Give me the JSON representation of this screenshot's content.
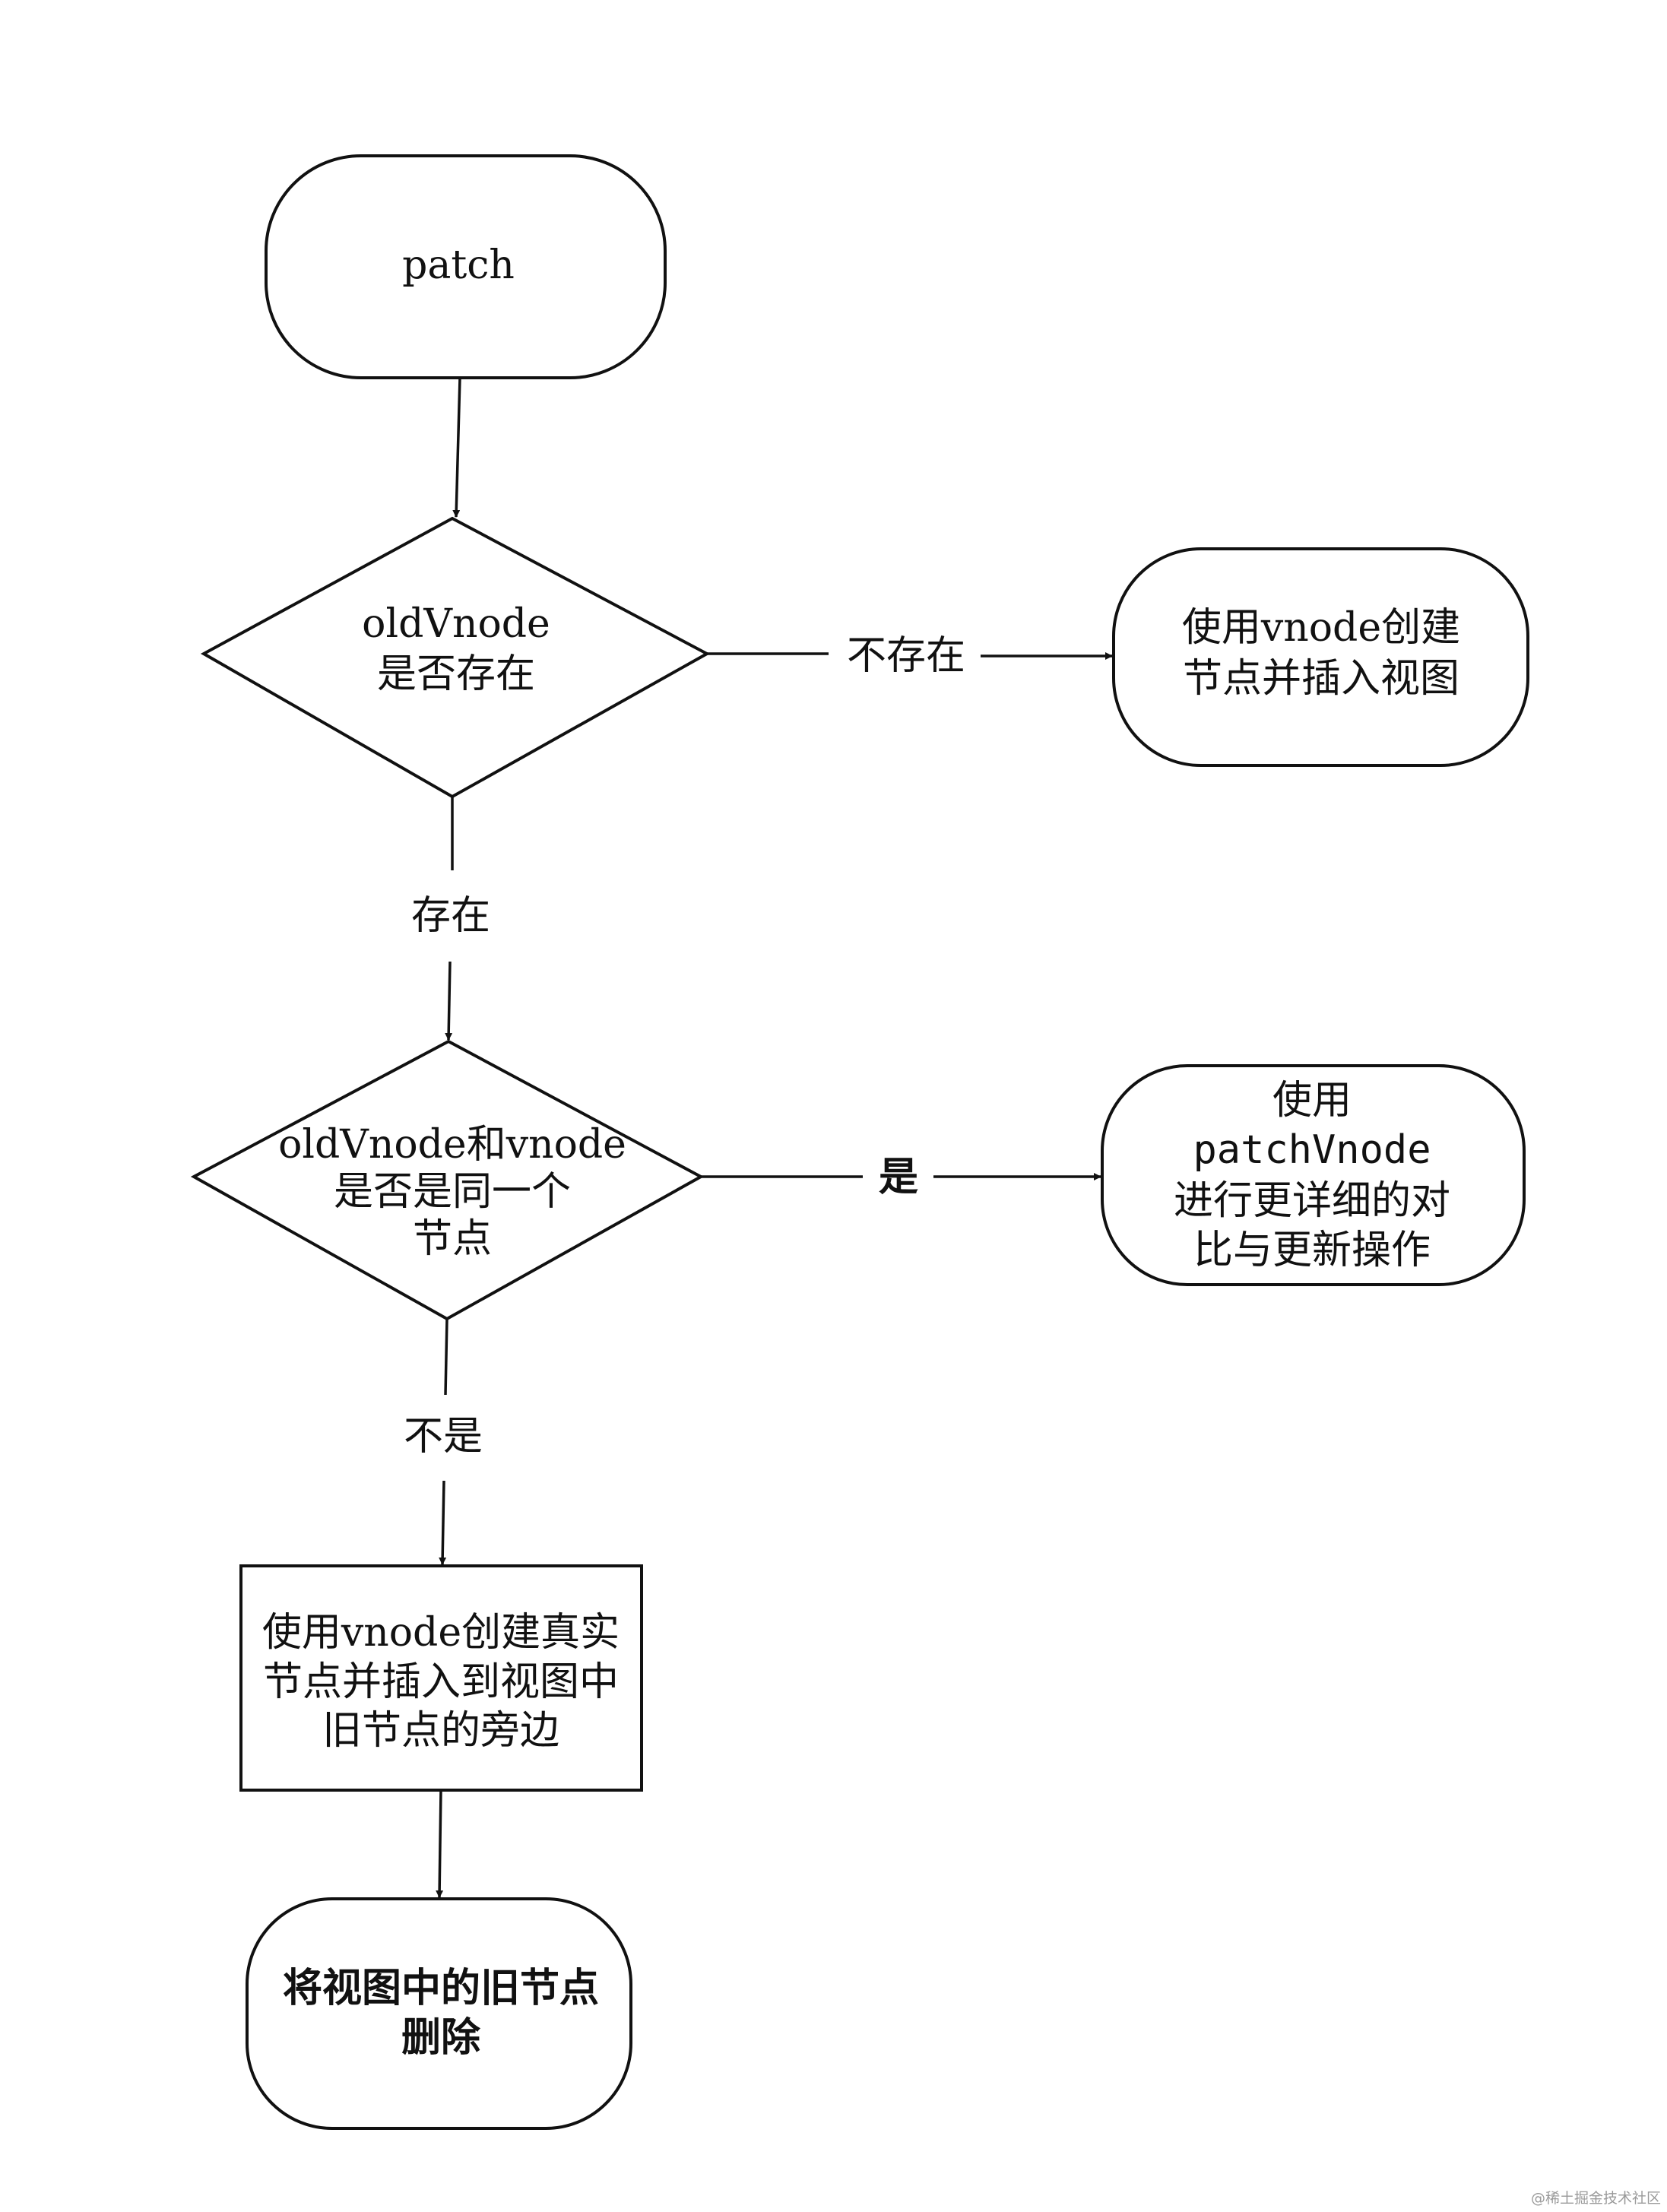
{
  "nodes": {
    "start": {
      "lines": [
        "patch"
      ]
    },
    "decision_exists": {
      "lines": [
        "oldVnode",
        "是否存在"
      ]
    },
    "create_insert": {
      "lines": [
        "使用vnode创建",
        "节点并插入视图"
      ]
    },
    "decision_same": {
      "lines": [
        "oldVnode和vnode",
        "是否是同一个",
        "节点"
      ]
    },
    "patch_vnode": {
      "lines": [
        "使用",
        "patchVnode",
        "进行更详细的对",
        "比与更新操作"
      ]
    },
    "create_real": {
      "lines": [
        "使用vnode创建真实",
        "节点并插入到视图中",
        "旧节点的旁边"
      ]
    },
    "delete_old": {
      "lines": [
        "将视图中的旧节点",
        "删除"
      ]
    }
  },
  "edges": {
    "not_exists": "不存在",
    "exists": "存在",
    "same_yes": "是",
    "same_no": "不是"
  },
  "watermark": "@稀土掘金技术社区",
  "colors": {
    "stroke": "#111111",
    "background": "#ffffff",
    "watermark": "#9a9a9a"
  }
}
